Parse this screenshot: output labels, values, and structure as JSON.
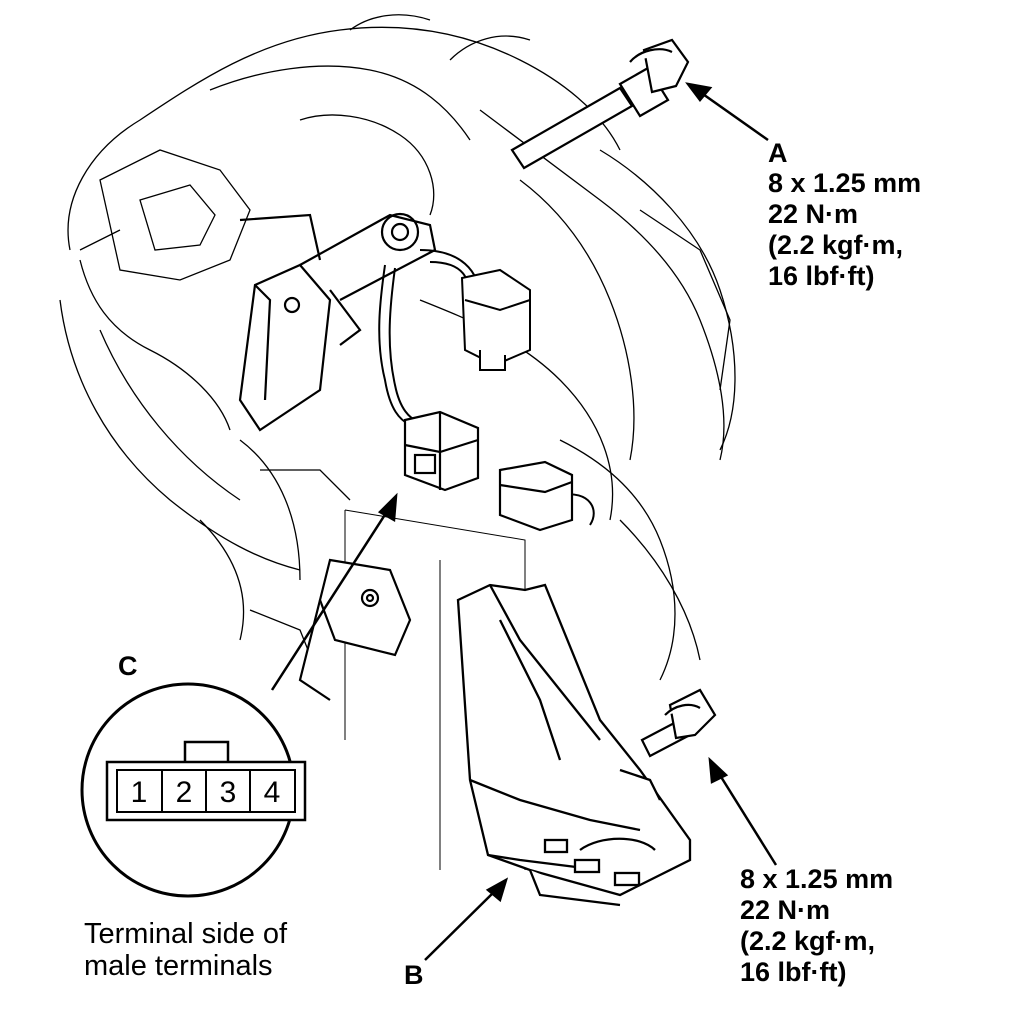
{
  "callouts": {
    "a": {
      "letter": "A",
      "size": "8 x 1.25 mm",
      "torque_nm": "22 N·m",
      "torque_kgf": "(2.2 kgf·m,",
      "torque_lbf": "16 lbf·ft)"
    },
    "b": {
      "letter": "B"
    },
    "c": {
      "letter": "C"
    },
    "bolt2": {
      "size": "8 x 1.25 mm",
      "torque_nm": "22 N·m",
      "torque_kgf": "(2.2 kgf·m,",
      "torque_lbf": "16 lbf·ft)"
    }
  },
  "connector": {
    "pins": [
      "1",
      "2",
      "3",
      "4"
    ],
    "caption_line1": "Terminal side of",
    "caption_line2": "male terminals"
  },
  "icons": [
    "bolt-icon",
    "connector-icon",
    "bracket-icon"
  ]
}
